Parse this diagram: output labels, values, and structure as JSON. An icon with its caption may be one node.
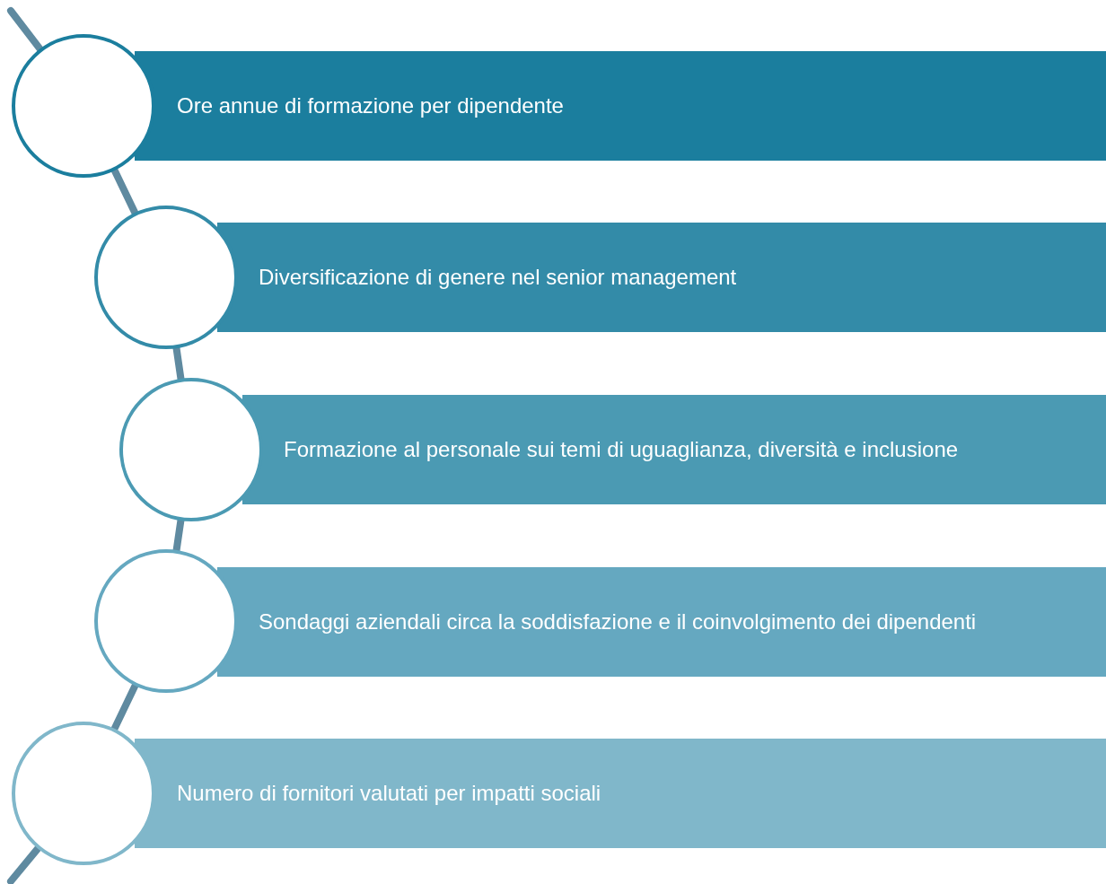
{
  "diagram": {
    "nodes": [
      {
        "text": [],
        "shape": "circle"
      },
      {
        "text": [
          "Ore annue di formazione per dipendente"
        ]
      },
      {
        "text": [],
        "shape": "circle"
      },
      {
        "text": [
          "Diversificazione di genere nel senior management"
        ]
      },
      {
        "text": [],
        "shape": "circle"
      },
      {
        "text": [
          "Formazione al personale sui temi di uguaglianza, diversità e inclusione"
        ]
      },
      {
        "text": [],
        "shape": "circle"
      },
      {
        "text": [
          "Sondaggi aziendali circa la soddisfazione e il coinvolgimento dei dipendenti"
        ]
      },
      {
        "text": [],
        "shape": "circle"
      },
      {
        "text": [
          "Numero di fornitori valutati per impatti sociali"
        ]
      }
    ],
    "edges": [
      {
        "from": null,
        "to": 0,
        "arrow": "none"
      },
      {
        "from": 0,
        "to": 2,
        "arrow": "none"
      },
      {
        "from": 2,
        "to": 4,
        "arrow": "none"
      },
      {
        "from": 4,
        "to": 6,
        "arrow": "none"
      },
      {
        "from": 6,
        "to": 8,
        "arrow": "none"
      },
      {
        "from": 8,
        "to": null,
        "arrow": "none"
      }
    ]
  }
}
